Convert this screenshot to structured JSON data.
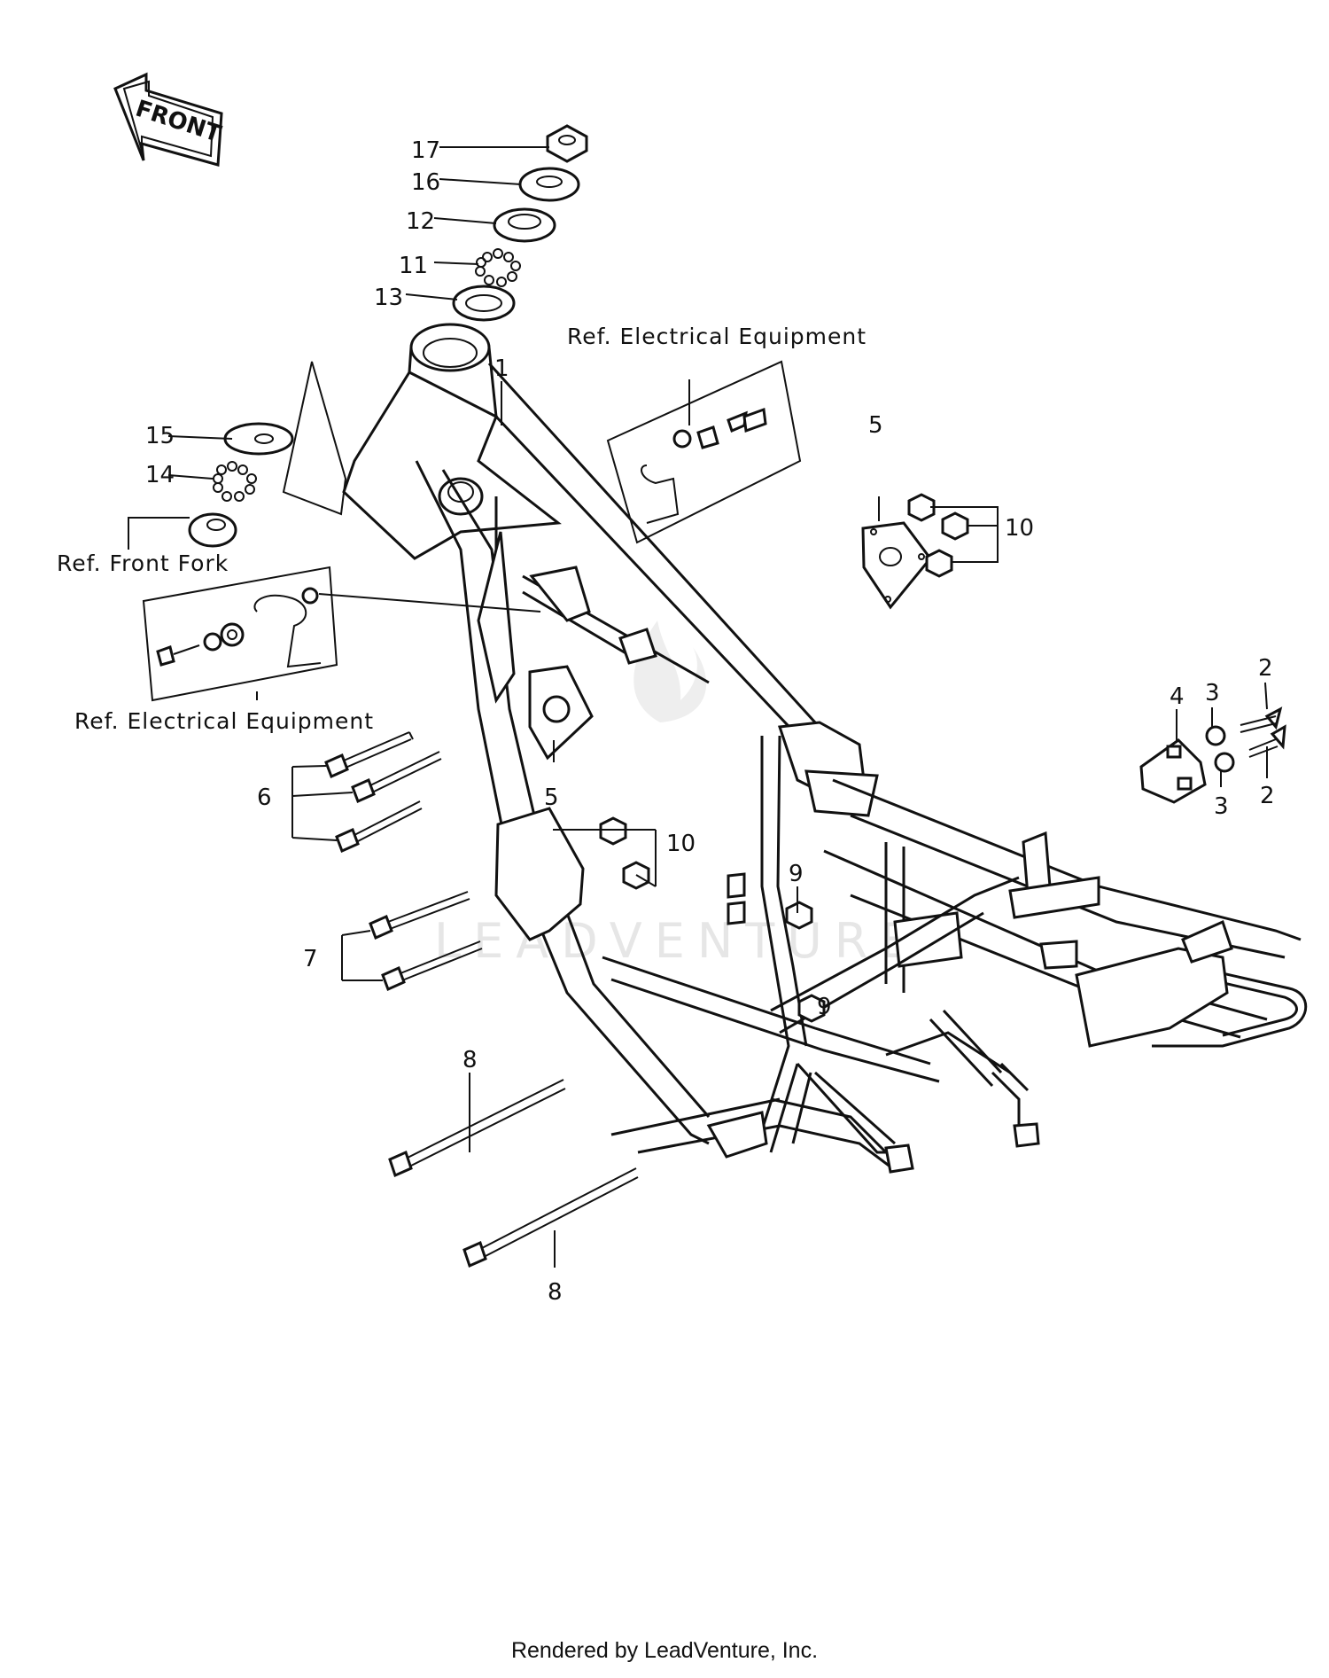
{
  "front_arrow_label": "FRONT",
  "callouts": {
    "c1": "1",
    "c2a": "2",
    "c2b": "2",
    "c3a": "3",
    "c3b": "3",
    "c4": "4",
    "c5a": "5",
    "c5b": "5",
    "c6": "6",
    "c7": "7",
    "c8a": "8",
    "c8b": "8",
    "c9a": "9",
    "c9b": "9",
    "c10a": "10",
    "c10b": "10",
    "c11": "11",
    "c12": "12",
    "c13": "13",
    "c14": "14",
    "c15": "15",
    "c16": "16",
    "c17": "17"
  },
  "references": {
    "electrical_top": "Ref.  Electrical Equipment",
    "front_fork": "Ref.  Front Fork",
    "electrical_left": "Ref.  Electrical  Equipment"
  },
  "watermark": "LEADVENTURE",
  "footer": "Rendered by LeadVenture, Inc."
}
